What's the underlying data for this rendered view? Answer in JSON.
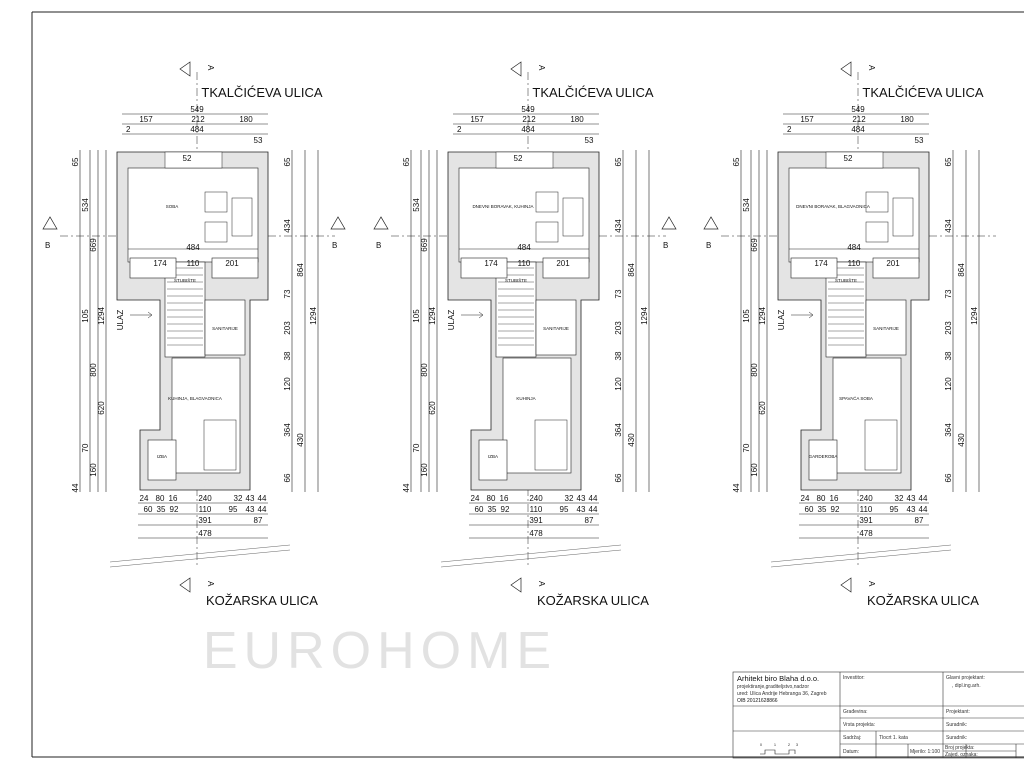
{
  "drawing": {
    "street_top": "TKALČIĆEVA ULICA",
    "street_bottom": "KOŽARSKA ULICA",
    "section_a": "A",
    "section_b": "B",
    "watermark": "EUROHOME",
    "top_dims": {
      "total": "549",
      "parts": [
        "157",
        "212",
        "180"
      ],
      "inner": "484",
      "left": "2",
      "right": "53"
    },
    "left_dims": [
      "65",
      "534",
      "669",
      "1294",
      "105",
      "800",
      "620",
      "160",
      "44",
      "70"
    ],
    "right_dims": [
      "65",
      "434",
      "864",
      "73",
      "203",
      "1294",
      "38",
      "120",
      "364",
      "430",
      "66"
    ],
    "inner_dims": {
      "width": "484",
      "left": "174",
      "mid": "110",
      "right": "201",
      "door": "52"
    },
    "bottom_dims": {
      "row1": [
        "24",
        "80",
        "16",
        "240",
        "32",
        "43",
        "44"
      ],
      "row2": [
        "60",
        "35",
        "92",
        "110",
        "95",
        "43",
        "44"
      ],
      "row3": [
        "391",
        "87"
      ],
      "row4": [
        "478"
      ]
    },
    "plans": [
      {
        "rooms": [
          "SOBA",
          "STUBIŠTE",
          "SANITARIJE",
          "KUHINJA, BLAGVAONICA",
          "IZBA"
        ],
        "entry": "ULAZ"
      },
      {
        "rooms": [
          "DNEVNI BORAVAK, KUHINJA",
          "STUBIŠTE",
          "SANITARIJE",
          "KUHINJA",
          "IZBA"
        ],
        "entry": "ULAZ"
      },
      {
        "rooms": [
          "DNEVNI BORAVAK, BLAGVAONICA",
          "STUBIŠTE",
          "SANITARIJE",
          "SPAVAĆA SOBA",
          "GARDEROBA"
        ],
        "entry": "ULAZ"
      }
    ]
  },
  "title_block": {
    "company": "Arhitekt biro Blaha d.o.o.",
    "company_sub": "projektiranje,graditeljstvo,nadzor",
    "address": "ured: Ulica Andrije Hebranga 36, Zagreb",
    "oib": "OIB 20121628866",
    "investor_label": "Investitor:",
    "building_label": "Građevina:",
    "project_type_label": "Vrsta projekta:",
    "content_label": "Sadržaj:",
    "content_value": "Tlocrt 1. kata",
    "date_label": "Datum:",
    "scale_label": "Mjerilo: 1:100",
    "chief_designer_label": "Glavni projektant:",
    "chief_designer_value": ", dipl.ing.arh.",
    "designer_label": "Projektant:",
    "associate1_label": "Suradnik:",
    "associate2_label": "Suradnik:",
    "project_no_label": "Broj projekta:",
    "archive_label": "Zajed. oznaka:",
    "scale_bar_ticks": [
      "0",
      "1",
      "2",
      "3"
    ]
  }
}
